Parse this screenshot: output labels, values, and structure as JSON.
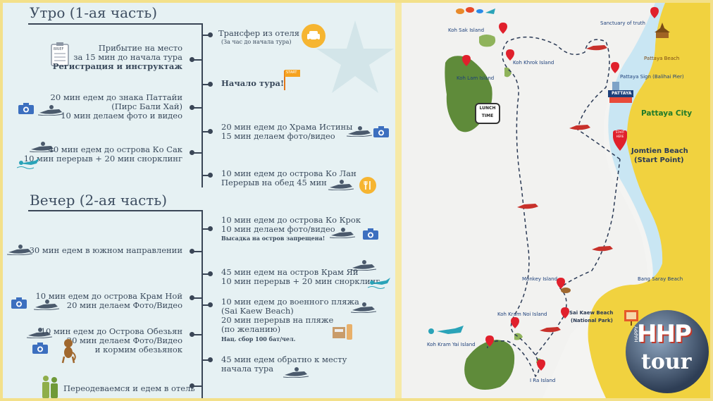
{
  "left": {
    "morning_title": "Утро (1-ая часть)",
    "evening_title": "Вечер (2-ая часть)",
    "m1_title": "Трансфер из отеля",
    "m1_sub": "(За час до начала тура)",
    "m2_line1": "Прибытие на место",
    "m2_line2": "за 15 мин  до начала тура",
    "m2_line3": "Регистрация и инструктаж",
    "m3": "Начало тура!",
    "m4_line1": "20 мин едем до знака Паттайи",
    "m4_line2": "(Пирс Бали Хай)",
    "m4_line3": "10 мин делаем фото и видео",
    "m5_line1": "20 мин едем до Храма Истины",
    "m5_line2": "15 мин делаем фото/видео",
    "m6_line1": "40 мин едем до острова Ко Сак",
    "m6_line2": "10 мин перерыв + 20 мин  снорклинг",
    "m7_line1": "10 мин едем до острова Ко Лан",
    "m7_line2": "Перерыв на обед 45 мин",
    "e1_line1": "10 мин едем до острова Ко Крок",
    "e1_line2": "10 мин делаем фото/видео",
    "e1_line3": "Высадка на остров запрещена!",
    "e2": "30 мин едем в южном направлении",
    "e3_line1": "45 мин едем на остров Крам Яй",
    "e3_line2": "10 мин перерыв + 20 мин снорклинг",
    "e4_line1": "10 мин едем до острова Крам Ной",
    "e4_line2": "20 мин делаем Фото/Видео",
    "e5_line1": "10 мин едем до военного пляжа",
    "e5_line2": "(Sai Kaew Beach)",
    "e5_line3": "20 мин перерыв на пляже",
    "e5_line4": "(по желанию)",
    "e5_line5": "Нац. сбор 100 бат/чел.",
    "e6_line1": "10 мин едем до Острова Обезьян",
    "e6_line2": "20 мин делаем Фото/Видео",
    "e6_line3": "и кормим обезьянок",
    "e7_line1": "45 мин едем обратно к месту",
    "e7_line2": "начала тура",
    "e8": "Переодеваемся и едем в отель",
    "brief_label": "BRIEF",
    "start_label": "START"
  },
  "map": {
    "koh_sak": "Koh Sak Island",
    "koh_lam": "Koh Lam Island",
    "koh_khrok": "Koh Khrok Island",
    "sanctuary": "Sanctuary of truth",
    "pattaya_beach": "Pattaya Beach",
    "pattaya_sign": "Pattaya Sign  (Balihai Pier)",
    "pattaya_sign_board": "PATTAYA",
    "pattaya_city": "Pattaya City",
    "jomtien_line1": "Jomtien Beach",
    "jomtien_line2": "(Start Point)",
    "start_here": "START HERE",
    "lunch": "LUNCH TIME",
    "monkey": "Monkey Island",
    "dong_saray": "Bang Saray Beach",
    "sai_kaew_line1": "Sai Kaew Beach",
    "sai_kaew_line2": "(National Park)",
    "kram_noi": "Koh Kram Noi Island",
    "kram_yai": "Koh Kram Yai Island",
    "i_ra": "I Ra Island",
    "logo_top": "HHP",
    "logo_bottom": "tour",
    "logo_side": "HAPPY"
  },
  "colors": {
    "sea": "#c9e6f3",
    "land": "#f1d23f",
    "island": "#5f8b3a",
    "pin": "#e0202c",
    "timeline": "#3a4656",
    "accent_orange": "#f6a21e"
  }
}
